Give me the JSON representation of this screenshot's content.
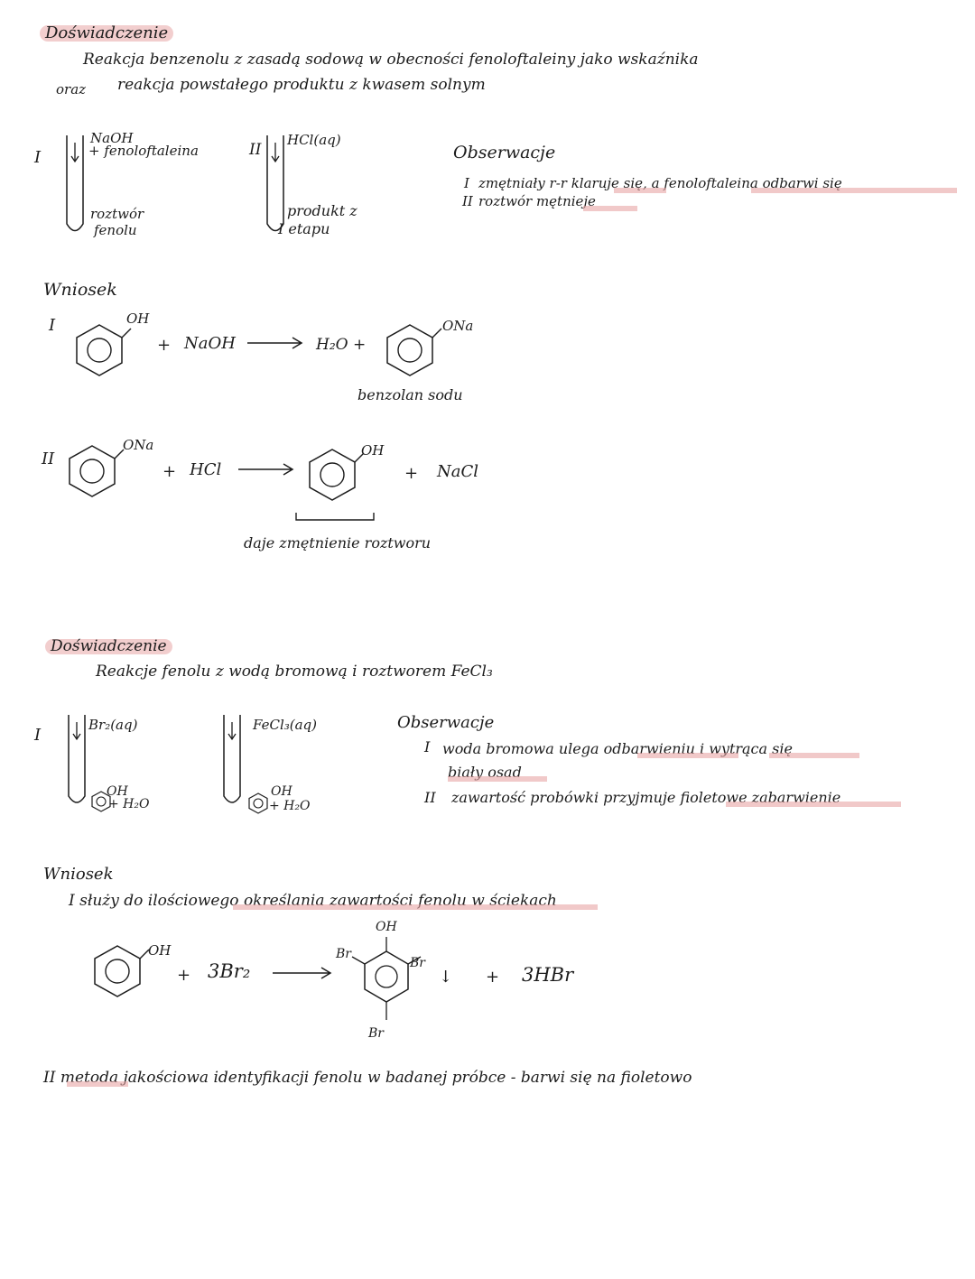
{
  "exp1": {
    "heading": "Doświadczenie",
    "desc_line1": "Reakcja benzenolu z zasadą sodową w obecności fenoloftaleiny jako wskaźnika",
    "desc_oraz": "oraz",
    "desc_line2": "reakcja powstałego produktu z kwasem solnym",
    "tube1": {
      "roman": "I",
      "reagent_top": "NaOH",
      "reagent_top2": "+ fenoloftaleina",
      "content": "roztwór",
      "content2": "fenolu"
    },
    "tube2": {
      "roman": "II",
      "reagent_top": "HCl(aq)",
      "content": "produkt z",
      "content2": "I etapu"
    },
    "observations": {
      "title": "Obserwacje",
      "line1_prefix": "I",
      "line1_text": "zmętniały r-r klaruje się, a fenoloftaleina odbarwi się",
      "line2_prefix": "II",
      "line2_text": "roztwór mętnieje"
    },
    "conclusion": {
      "title": "Wniosek",
      "r1": {
        "roman": "I",
        "sub1": "OH",
        "plus1": "+",
        "reagent": "NaOH",
        "prod1": "H₂O +",
        "sub2": "ONa",
        "caption": "benzolan sodu"
      },
      "r2": {
        "roman": "II",
        "sub1": "ONa",
        "plus1": "+",
        "reagent": "HCl",
        "sub2": "OH",
        "plus2": "+",
        "prod2": "NaCl",
        "caption": "daje zmętnienie roztworu"
      }
    }
  },
  "exp2": {
    "heading": "Doświadczenie",
    "desc": "Reakcje fenolu z wodą bromową i roztworem FeCl₃",
    "tube1": {
      "roman": "I",
      "reagent_top": "Br₂(aq)",
      "sub": "OH",
      "water": "+ H₂O"
    },
    "tube2": {
      "reagent_top": "FeCl₃(aq)",
      "sub": "OH",
      "water": "+ H₂O"
    },
    "observations": {
      "title": "Obserwacje",
      "line1_prefix": "I",
      "line1_text": "woda bromowa ulega odbarwieniu i wytrąca się",
      "line1b_text": "biały osad",
      "line2_prefix": "II",
      "line2_text": "zawartość probówki przyjmuje fioletowe zabarwienie"
    },
    "conclusion": {
      "title": "Wniosek",
      "line1": "I służy do ilościowego określania zawartości fenolu w ściekach",
      "reaction": {
        "sub1": "OH",
        "plus1": "+",
        "reagent": "3Br₂",
        "top": "OH",
        "br_left": "Br",
        "br_right": "Br",
        "br_bottom": "Br",
        "down": "↓",
        "plus2": "+",
        "prod2": "3HBr"
      },
      "line2": "II metoda jakościowa identyfikacji fenolu w badanej próbce - barwi się na fioletowo"
    }
  },
  "colors": {
    "ink": "#1c1c1c",
    "highlight": "#e8a5a5"
  }
}
